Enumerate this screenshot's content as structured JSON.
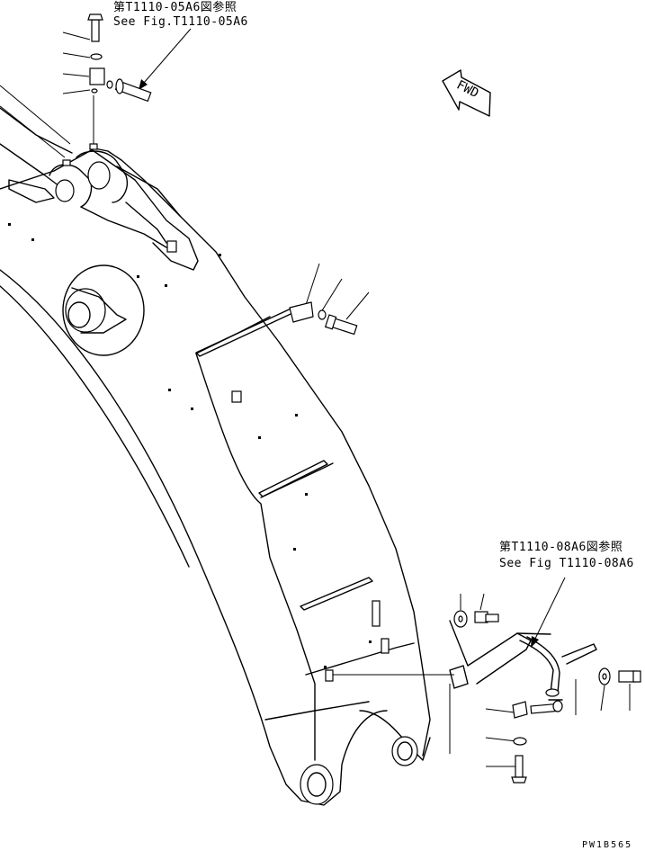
{
  "references": [
    {
      "jp": "第T1110-05A6図参照",
      "en": "See Fig.T1110-05A6"
    },
    {
      "jp": "第T1110-08A6図参照",
      "en": "See Fig T1110-08A6"
    }
  ],
  "direction_arrow": {
    "label": "FWD",
    "icon": "fwd-arrow-icon"
  },
  "drawing_code": "PW1B565"
}
